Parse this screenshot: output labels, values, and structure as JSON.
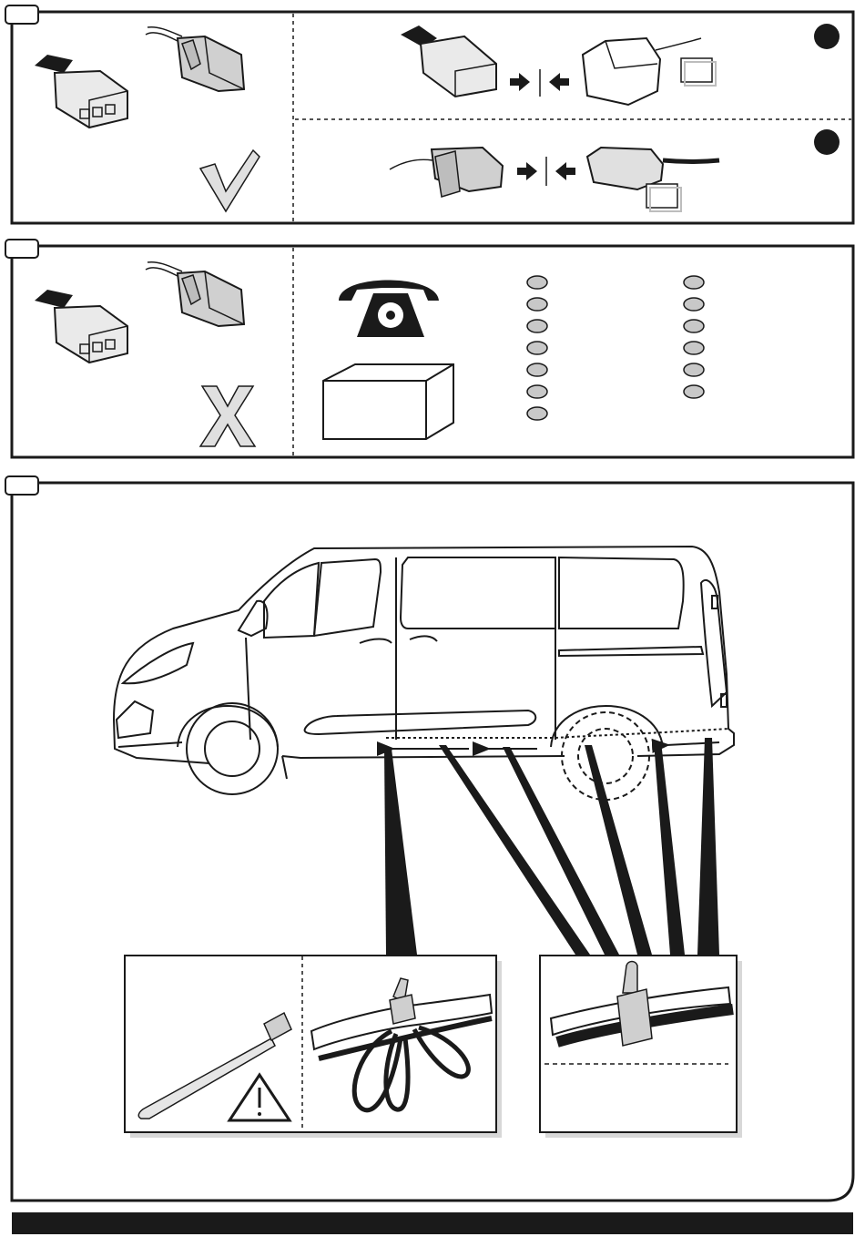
{
  "diagram": {
    "panels": [
      {
        "id": "connector-check-ok",
        "mark": "check-icon",
        "options": 2
      },
      {
        "id": "connector-check-fail",
        "mark": "cross-icon",
        "contact": [
          "phone-icon",
          "box-icon"
        ],
        "code_columns": [
          7,
          6
        ]
      },
      {
        "id": "cable-routing",
        "subject": "van-side-view",
        "tie_points": 6,
        "details": [
          "cable-tie-warning",
          "loop-tie",
          "flat-tie"
        ]
      }
    ],
    "icons": [
      "check-icon",
      "cross-icon",
      "phone-icon",
      "box-icon",
      "warning-icon",
      "arrow-right-icon",
      "arrow-left-icon"
    ],
    "colors": {
      "line": "#1a1a1a",
      "fill_light": "#c8c8c8",
      "shadow": "#bdbdbd",
      "dot": "#1a1a1a"
    }
  }
}
